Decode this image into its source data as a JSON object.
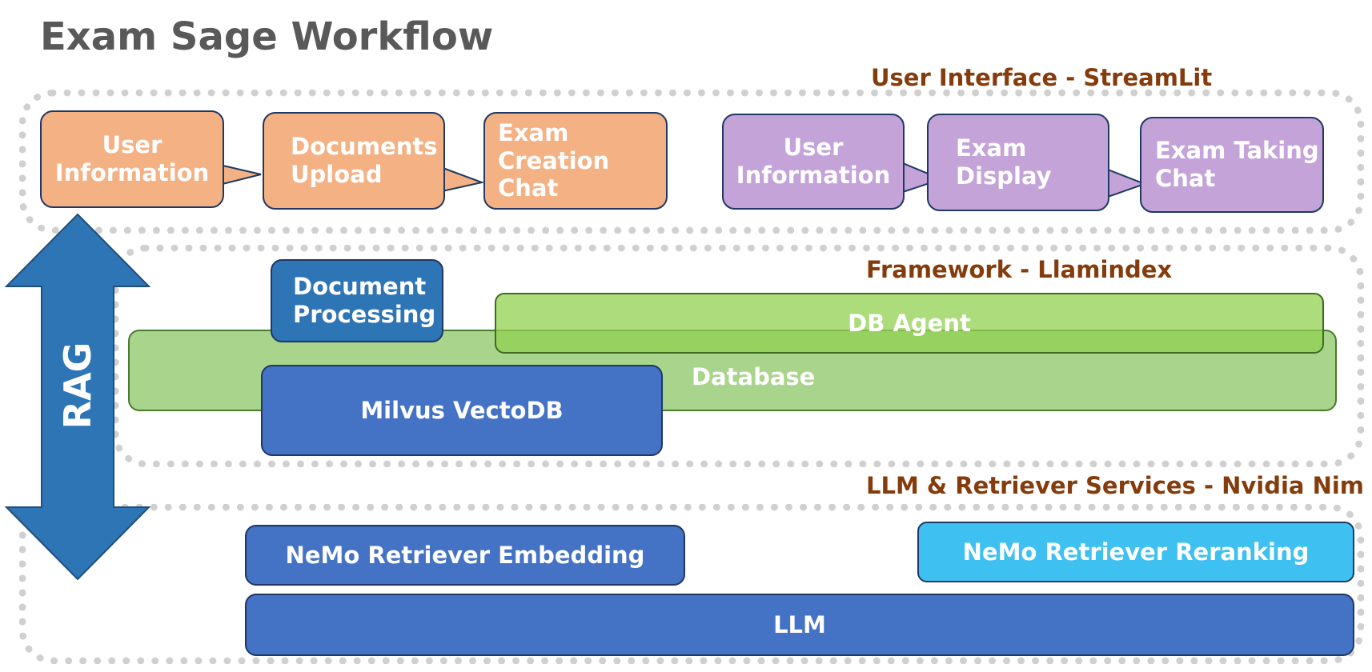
{
  "title": "Exam Sage Workflow",
  "sections": {
    "ui": "User Interface - StreamLit",
    "framework": "Framework - Llamindex",
    "services": "LLM & Retriever Services - Nvidia Nim"
  },
  "ui_left": [
    {
      "lines": [
        "User",
        "Information"
      ]
    },
    {
      "lines": [
        "Documents",
        "Upload"
      ]
    },
    {
      "lines": [
        "Exam",
        "Creation",
        "Chat"
      ]
    }
  ],
  "ui_right": [
    {
      "lines": [
        "User",
        "Information"
      ]
    },
    {
      "lines": [
        "Exam",
        "Display"
      ]
    },
    {
      "lines": [
        "Exam Taking",
        "Chat"
      ]
    }
  ],
  "framework": {
    "doc_processing": [
      "Document",
      "Processing"
    ],
    "db_agent": "DB Agent",
    "database": "Database",
    "vectordb": "Milvus VectoDB"
  },
  "services": {
    "embedding": "NeMo Retriever Embedding",
    "reranking": "NeMo Retriever Reranking",
    "llm": "LLM"
  },
  "rag_label": "RAG",
  "colors": {
    "title": "#595959",
    "section_label": "#843c0c",
    "orange": "#f4b183",
    "purple": "#c3a3d8",
    "blue": "#4472c4",
    "arrow": "#2e75b6",
    "cyan": "#3ec0f0",
    "green": "#a9d18e"
  }
}
